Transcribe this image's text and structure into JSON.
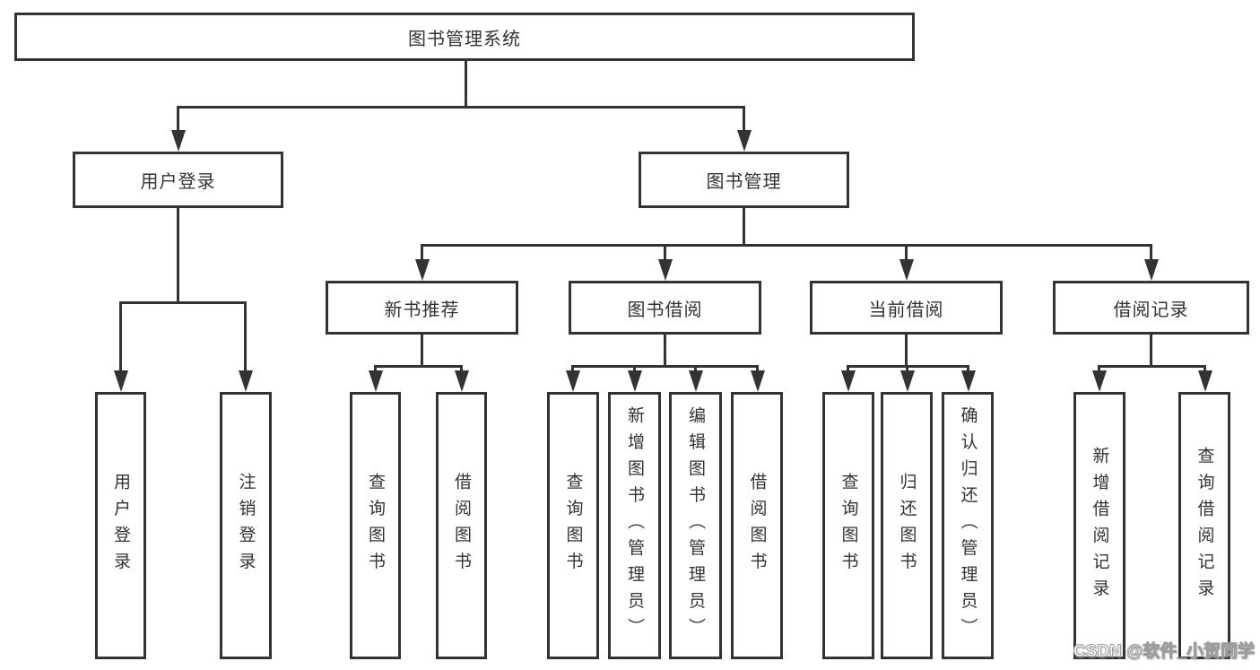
{
  "diagram": {
    "title_node": "root of functional structure tree",
    "root": {
      "label": "图书管理系统"
    },
    "level2": [
      {
        "label": "用户登录",
        "children": [
          {
            "label": "用户登录"
          },
          {
            "label": "注销登录"
          }
        ]
      },
      {
        "label": "图书管理",
        "children": [
          {
            "label": "新书推荐",
            "children": [
              {
                "label": "查询图书"
              },
              {
                "label": "借阅图书"
              }
            ]
          },
          {
            "label": "图书借阅",
            "children": [
              {
                "label": "查询图书"
              },
              {
                "label": "新增图书（管理员）"
              },
              {
                "label": "编辑图书（管理员）"
              },
              {
                "label": "借阅图书"
              }
            ]
          },
          {
            "label": "当前借阅",
            "children": [
              {
                "label": "查询图书"
              },
              {
                "label": "归还图书"
              },
              {
                "label": "确认归还（管理员）"
              }
            ]
          },
          {
            "label": "借阅记录",
            "children": [
              {
                "label": "新增借阅记录"
              },
              {
                "label": "查询借阅记录"
              }
            ]
          }
        ]
      }
    ]
  },
  "watermark": {
    "text": "CSDN @软件_小贺同学"
  },
  "colors": {
    "line": "#333333",
    "box_fill": "#ffffff",
    "text": "#333333",
    "background": "#ffffff",
    "watermark_fill": "#ffffff",
    "watermark_outline": "#9c9c9c"
  }
}
